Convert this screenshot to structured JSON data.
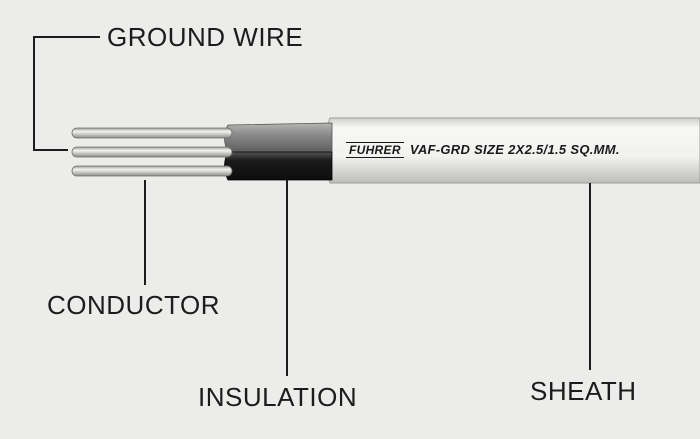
{
  "labels": {
    "ground_wire": "GROUND WIRE",
    "conductor": "CONDUCTOR",
    "insulation": "INSULATION",
    "sheath": "SHEATH"
  },
  "cable_print": {
    "brand": "FUHRER",
    "spec": "VAF-GRD SIZE 2X2.5/1.5 SQ.MM."
  },
  "colors": {
    "background": "#ececea",
    "sheath": "#f4f4f2",
    "insulation_black": "#1b1b1b",
    "insulation_grey": "#8a8a8a",
    "conductor_copper": "#d9d9d6",
    "leader_line": "#1c1c1c"
  }
}
